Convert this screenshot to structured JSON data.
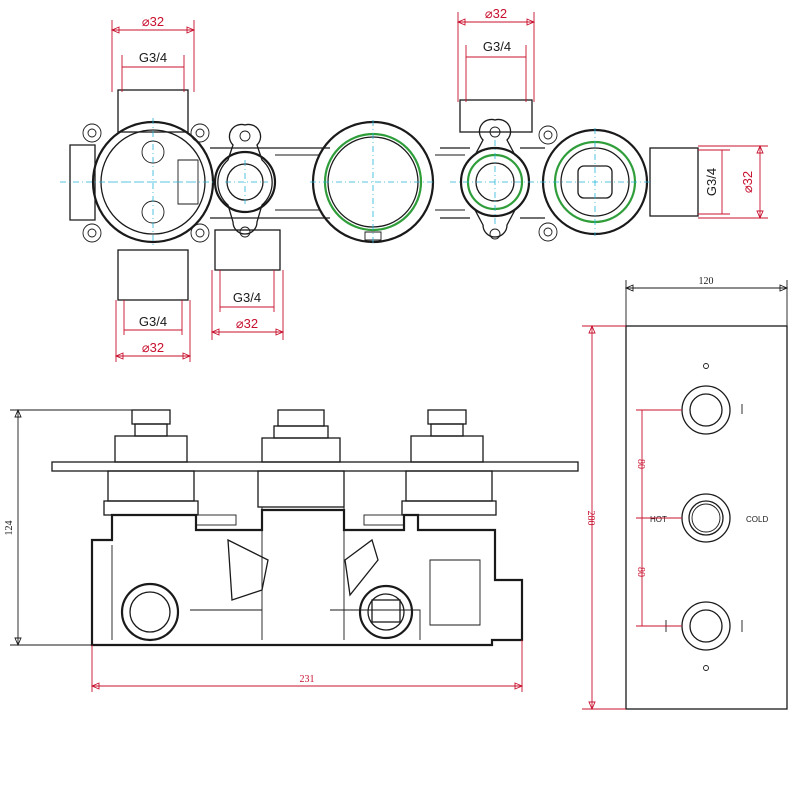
{
  "colors": {
    "outline": "#1a1a1a",
    "dimension": "#c8102e",
    "centerline": "#25b4d8",
    "seal": "#2f9e3a"
  },
  "top_view": {
    "left_top_outer": "⌀32",
    "left_top_thread": "G3/4",
    "right_top_outer": "⌀32",
    "right_top_thread": "G3/4",
    "right_side_thread": "G3/4",
    "right_side_outer": "⌀32",
    "mid_bottom_thread": "G3/4",
    "mid_bottom_outer": "⌀32",
    "left_bottom_thread": "G3/4",
    "left_bottom_outer": "⌀32"
  },
  "side_view": {
    "height": "124",
    "width": "231"
  },
  "plate_view": {
    "width": "120",
    "height": "280",
    "spacing_upper": "80",
    "spacing_lower": "80",
    "hot_label": "HOT",
    "cold_label": "COLD"
  }
}
